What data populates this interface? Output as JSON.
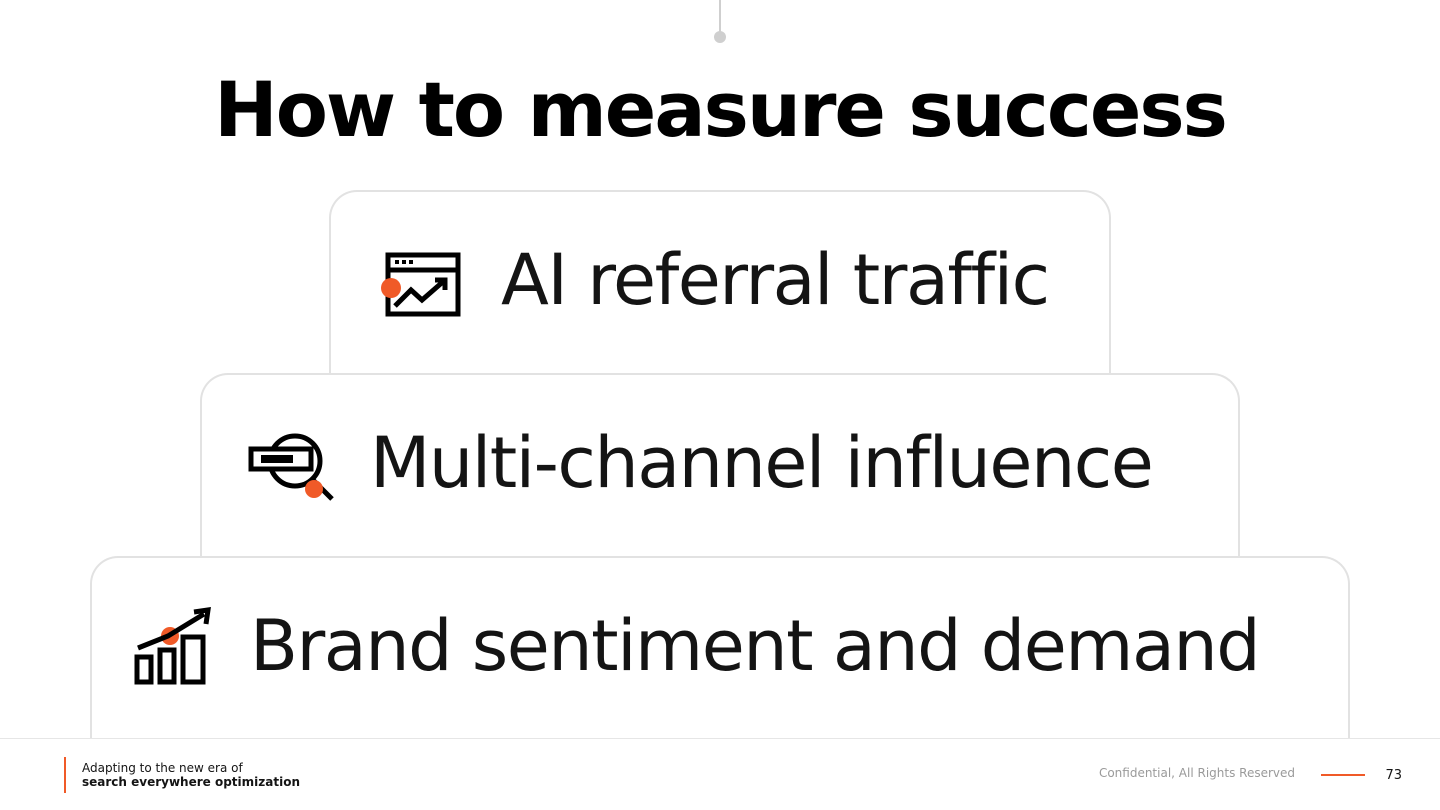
{
  "slide": {
    "title": "How to measure success",
    "accent_color": "#f05a28"
  },
  "tiers": [
    {
      "label": "AI referral traffic",
      "icon": "browser-trend-chart-icon"
    },
    {
      "label": "Multi-channel influence",
      "icon": "search-magnifier-icon"
    },
    {
      "label": "Brand sentiment and demand",
      "icon": "bar-chart-growth-icon"
    }
  ],
  "footer": {
    "deck_title_line1": "Adapting to the new era of",
    "deck_title_line2": "search everywhere optimization",
    "confidential": "Confidential, All Rights Reserved",
    "page_number": "73"
  }
}
